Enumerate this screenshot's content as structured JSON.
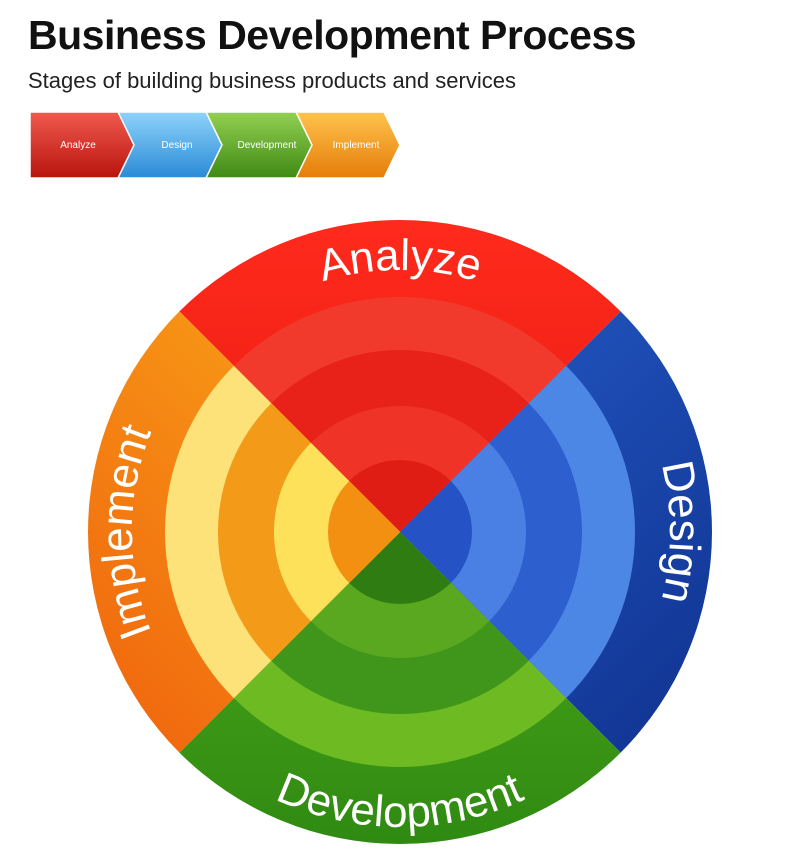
{
  "header": {
    "title": "Business Development Process",
    "subtitle": "Stages of building business products and services"
  },
  "stages": [
    {
      "label": "Analyze",
      "color": "#e5231b"
    },
    {
      "label": "Design",
      "color": "#2b5fcf"
    },
    {
      "label": "Development",
      "color": "#5aa820"
    },
    {
      "label": "Implement",
      "color": "#f2a21c"
    }
  ],
  "chevron_labels": [
    "Analyze",
    "Design",
    "Development",
    "Implement"
  ],
  "chevron_colors": [
    "#d6251d",
    "#3aa6e6",
    "#5aa820",
    "#f29a16"
  ]
}
